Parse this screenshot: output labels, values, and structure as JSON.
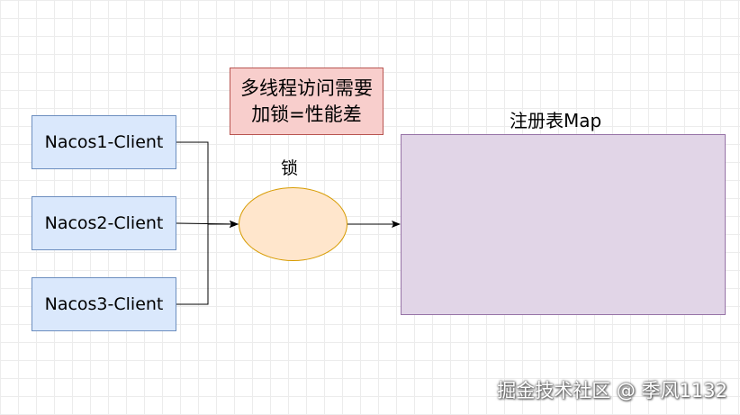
{
  "clients": [
    {
      "label": "Nacos1-Client"
    },
    {
      "label": "Nacos2-Client"
    },
    {
      "label": "Nacos3-Client"
    }
  ],
  "note": {
    "line1": "多线程访问需要",
    "line2": "加锁=性能差"
  },
  "lock": {
    "label": "锁"
  },
  "registry": {
    "label": "注册表Map"
  },
  "watermark": "掘金技术社区 @ 季风1132",
  "colors": {
    "client_fill": "#dae8fc",
    "client_border": "#6c8ebf",
    "note_fill": "#f8cecc",
    "note_border": "#b85450",
    "lock_fill": "#ffe6cc",
    "lock_border": "#d79b00",
    "map_fill": "#e1d5e7",
    "map_border": "#9673a6"
  }
}
